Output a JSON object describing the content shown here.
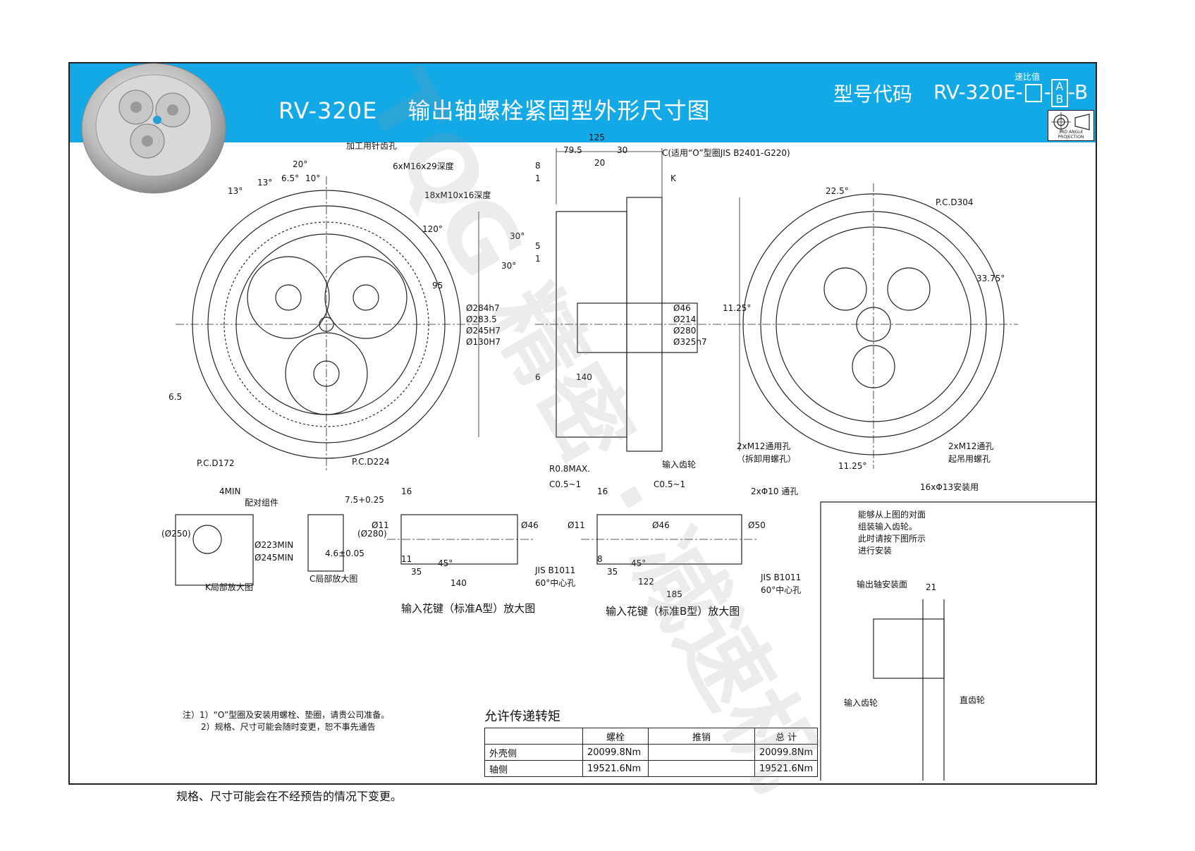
{
  "header": {
    "title_model": "RV-320E",
    "title_desc": "输出轴螺栓紧固型外形尺寸图",
    "model_label": "型号代码",
    "model_prefix": "RV-320E-",
    "ratio_label": "速比值",
    "ab_top": "A",
    "ab_bottom": "B",
    "model_suffix": "-B",
    "projection": "3RD ANGLE PROJECTION"
  },
  "front_view": {
    "labels": [
      "加工用针齿孔",
      "6xM16x29深度",
      "18xM10x16深度",
      "20°",
      "6.5°",
      "10°",
      "13°",
      "13°",
      "120°",
      "95",
      "6.5",
      "P.C.D172",
      "P.C.D224"
    ]
  },
  "section_view": {
    "labels": [
      "125",
      "79.5",
      "30",
      "20",
      "8",
      "1",
      "5",
      "1",
      "30°",
      "30°",
      "6",
      "140",
      "C(适用“O”型圈JIS B2401-G220)",
      "K",
      "Ø284h7",
      "Ø283.5",
      "Ø245H7",
      "Ø130H7",
      "Ø46",
      "Ø214",
      "Ø280",
      "Ø325h7",
      "R0.8MAX.",
      "C0.5~1",
      "C0.5~1",
      "输入齿轮"
    ]
  },
  "rear_view": {
    "labels": [
      "22.5°",
      "P.C.D304",
      "33.75°",
      "11.25°",
      "11.25°",
      "2xM12通用孔",
      "（拆卸用螺孔）",
      "2xM12通孔",
      "起吊用螺孔",
      "16xΦ13安装用",
      "2xΦ10 通孔"
    ]
  },
  "detail_k": {
    "labels": [
      "4MIN",
      "配对组件",
      "(Ø250)",
      "Ø223MIN",
      "Ø245MIN",
      "K局部放大图"
    ]
  },
  "detail_c": {
    "labels": [
      "7.5+0.25",
      "4.6±0.05",
      "(Ø280)",
      "C局部放大图"
    ]
  },
  "spline_a": {
    "title": "输入花键（标准A型）放大图",
    "labels": [
      "16",
      "Ø11",
      "Ø46",
      "11",
      "35",
      "45°",
      "140",
      "JIS B1011",
      "60°中心孔"
    ]
  },
  "spline_b": {
    "title": "输入花键（标准B型）放大图",
    "labels": [
      "16",
      "Ø11",
      "Ø46",
      "Ø50",
      "8",
      "35",
      "45°",
      "122",
      "185",
      "JIS B1011",
      "60°中心孔"
    ]
  },
  "side_note": {
    "lines": [
      "能够从上图的对面",
      "组装输入齿轮。",
      "此时请按下图所示",
      "进行安装"
    ],
    "labels": [
      "输出轴安装面",
      "21",
      "输入齿轮",
      "直齿轮"
    ]
  },
  "notes": {
    "line1": "注）1）“O”型圈及安装用螺栓、垫圈，请贵公司准备。",
    "line2": "2）规格、尺寸可能会随时变更，恕不事先通告"
  },
  "torque": {
    "title": "允许传递转矩",
    "headers": [
      "",
      "螺栓",
      "推销",
      "总  计"
    ],
    "rows": [
      {
        "label": "外壳侧",
        "bolt": "20099.8Nm",
        "pin": "",
        "total": "20099.8Nm"
      },
      {
        "label": "轴侧",
        "bolt": "19521.6Nm",
        "pin": "",
        "total": "19521.6Nm"
      }
    ]
  },
  "footer": "规格、尺寸可能会在不经预告的情况下变更。",
  "watermark": "TQG 精密 · 减速机"
}
